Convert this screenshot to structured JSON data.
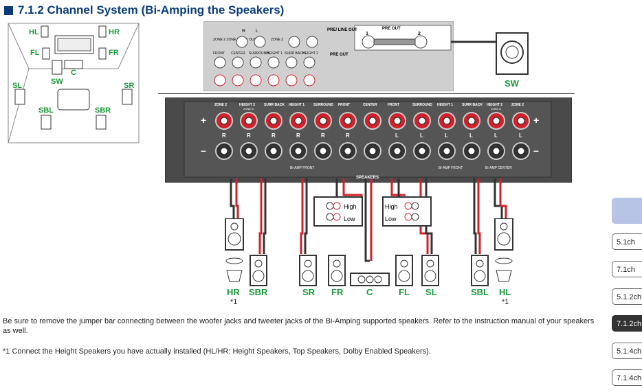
{
  "title": "7.1.2 Channel System (Bi-Amping the Speakers)",
  "room": {
    "labels": {
      "hl": "HL",
      "hr": "HR",
      "fl": "FL",
      "fr": "FR",
      "c": "C",
      "sw": "SW",
      "sl": "SL",
      "sr": "SR",
      "sbl": "SBL",
      "sbr": "SBR"
    }
  },
  "preout": {
    "zone2": "ZONE 2\nZONE B\nLINE OUT",
    "zone3": "ZONE 3",
    "pre_line_out": "PRE/\nLINE OUT",
    "pre_out_title": "PRE OUT",
    "pre_out": "PRE OUT",
    "cols": [
      "FRONT",
      "CENTER",
      "SURROUND",
      "HEIGHT 1",
      "SURR BACK",
      "HEIGHT 2"
    ],
    "r": "R",
    "l": "L",
    "n1": "1",
    "n2": "2",
    "sw_label": "SW"
  },
  "speakers_panel": {
    "top_labels": [
      "ZONE 2",
      "HEIGHT 2",
      "SURR BACK",
      "HEIGHT 1",
      "SURROUND",
      "FRONT",
      "CENTER",
      "FRONT",
      "SURROUND",
      "HEIGHT 1",
      "SURR BACK",
      "HEIGHT 2",
      "ZONE 2"
    ],
    "sub_labels": [
      "",
      "ZONE B",
      "",
      "",
      "",
      "",
      "",
      "",
      "",
      "",
      "",
      "ZONE B",
      ""
    ],
    "plus": "+",
    "minus": "–",
    "rl": [
      "R",
      "R",
      "R",
      "R",
      "R",
      "R",
      "",
      "L",
      "L",
      "L",
      "L",
      "L",
      "L"
    ],
    "biamp_front": "Bi-AMP\nFRONT",
    "biamp_center": "Bi-AMP\nCENTER",
    "speakers": "SPEAKERS"
  },
  "biamp_boxes": {
    "high": "High",
    "low": "Low"
  },
  "bottom_labels": {
    "hr": "HR",
    "sbr": "SBR",
    "sr": "SR",
    "fr": "FR",
    "c": "C",
    "fl": "FL",
    "sl": "SL",
    "sbl": "SBL",
    "hl": "HL",
    "note_left": "*1",
    "note_right": "*1"
  },
  "notes": {
    "jumper": "Be sure to remove the jumper bar connecting between the woofer jacks and tweeter jacks of the Bi-Amping supported speakers. Refer to the instruction manual of your speakers as well.",
    "footnote": "*1 Connect the Height Speakers you have actually installed (HL/HR: Height Speakers, Top Speakers, Dolby Enabled Speakers)."
  },
  "tabs": [
    "5.1ch",
    "7.1ch",
    "5.1.2ch",
    "7.1.2ch",
    "5.1.4ch",
    "7.1.4ch"
  ],
  "active_tab": "7.1.2ch",
  "colors": {
    "accent": "#1a9a3a",
    "title": "#0a3c7a",
    "red": "#d0202a",
    "active_tab": "#333333",
    "tab_top": "#b8c4e6"
  }
}
